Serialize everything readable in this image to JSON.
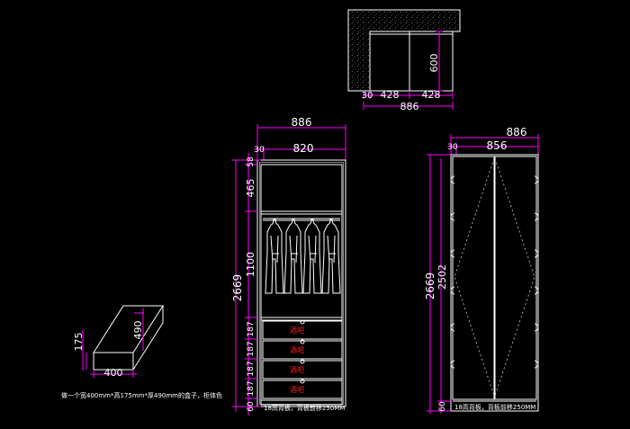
{
  "colors": {
    "background": "#000000",
    "outline": "#ffffff",
    "dimension": "#ff00ff",
    "marker": "#ff2020"
  },
  "top_plan": {
    "dim_30": "30",
    "dim_428_left": "428",
    "dim_428_right": "428",
    "dim_886": "886",
    "dim_600": "600"
  },
  "wardrobe_section": {
    "dim_886": "886",
    "dim_820": "820",
    "dim_30": "30",
    "dim_58": "58",
    "dim_465": "465",
    "dim_1100": "1100",
    "dim_2669": "2669",
    "drawer_dims": [
      "187",
      "187",
      "187",
      "187"
    ],
    "dim_60": "60",
    "drawer_marks": [
      "酒吧",
      "酒吧",
      "酒吧",
      "酒吧"
    ],
    "note": "18高背板，背板前移250MM"
  },
  "wardrobe_front": {
    "dim_886": "886",
    "dim_856": "856",
    "dim_30": "30",
    "dim_2669": "2669",
    "dim_2502": "2502",
    "dim_60": "60",
    "note": "18高背板，背板前移250MM"
  },
  "box": {
    "dim_175": "175",
    "dim_490": "490",
    "dim_400": "400",
    "caption": "做一个宽400mm*高175mm*厚490mm的盒子，柜体色"
  }
}
